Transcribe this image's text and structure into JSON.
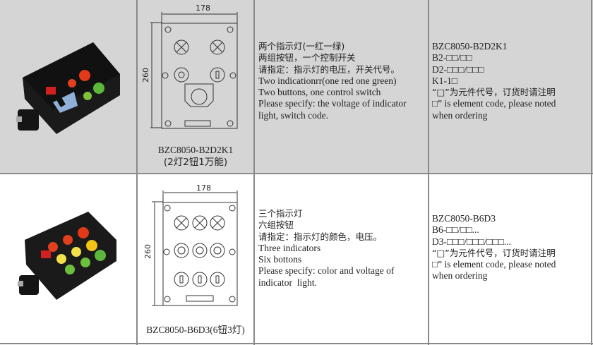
{
  "rows": [
    {
      "drawing": {
        "width_dim": "178",
        "height_dim": "260",
        "model": "BZC8050-B2D2K1",
        "model_note": "(2灯2钮1万能)"
      },
      "description": {
        "cn": [
          "两个指示灯(一红一绿)",
          "两组按钮，一个控制开关",
          "请指定：指示灯的电压，开关代号。"
        ],
        "en": [
          "Two indicationrr(one red one green)",
          "Two buttons, one control switch",
          "Please specify: the voltage of indicator",
          "light, switch code."
        ]
      },
      "ordering": {
        "lines": [
          "BZC8050-B2D2K1",
          "B2-□□/□□",
          "D2-□□□/□□□",
          "K1-1□"
        ],
        "note_cn": "“□”为元件代号，订货时请注明",
        "note_en": [
          "□” is element code, please noted",
          "when ordering"
        ]
      }
    },
    {
      "drawing": {
        "width_dim": "178",
        "height_dim": "260",
        "model": "BZC8050-B6D3(6钮3灯)"
      },
      "description": {
        "cn": [
          "三个指示灯",
          "六组按钮",
          "请指定：指示灯的颜色，电压。"
        ],
        "en": [
          "Three indicators",
          "Six bottons",
          "Please specify: color and voltage of",
          "indicator  light."
        ]
      },
      "ordering": {
        "lines": [
          "BZC8050-B6D3",
          "B6-□□/□□...",
          "D3-□□□/□□□/□□□..."
        ],
        "note_cn": "“□”为元件代号，订货时请注明",
        "note_en": [
          "□” is element code, please noted",
          "when ordering"
        ]
      }
    }
  ]
}
